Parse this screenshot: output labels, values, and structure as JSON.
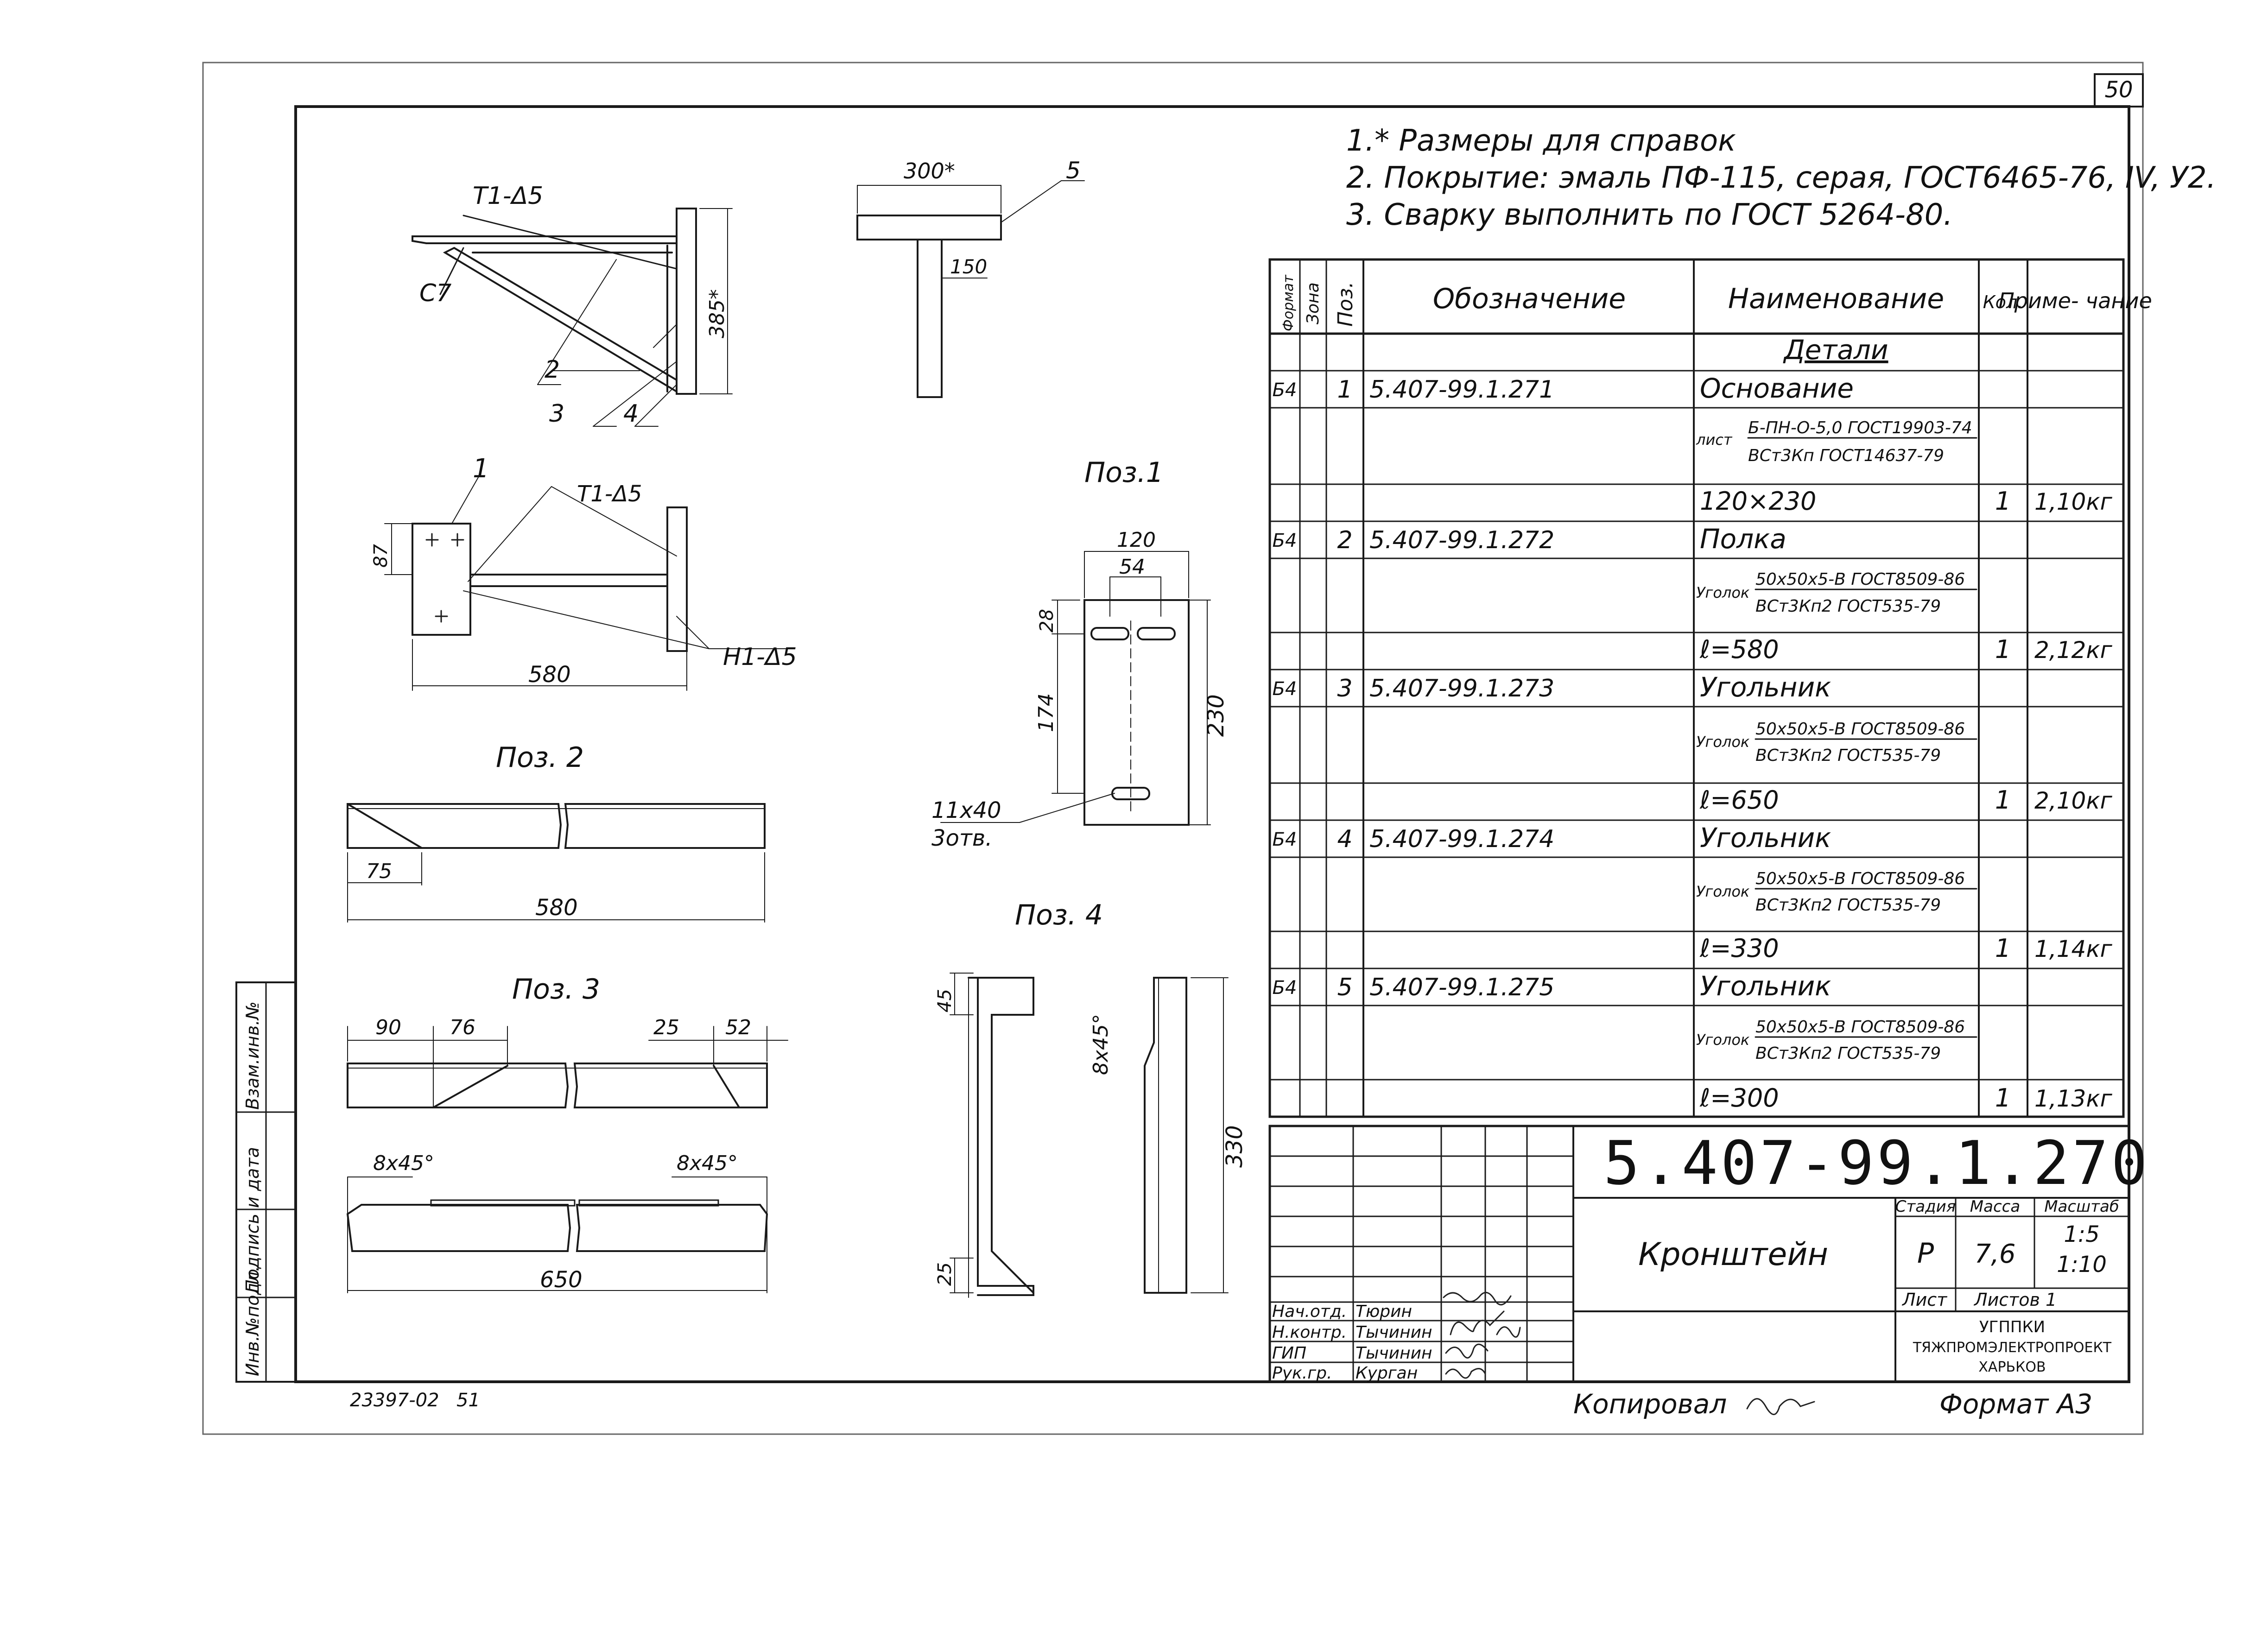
{
  "page_number": "50",
  "notes": [
    "1.* Размеры для справок",
    "2. Покрытие: эмаль ПФ-115, серая, ГОСТ6465-76, IV, У2.",
    "3. Сварку выполнить по ГОСТ 5264-80."
  ],
  "spec_table": {
    "headers": {
      "format": "Формат",
      "zone": "Зона",
      "pos": "Поз.",
      "designation": "Обозначение",
      "name": "Наименование",
      "qty": "Кол.",
      "note": "Приме- чание"
    },
    "section_title": "Детали",
    "items": [
      {
        "format": "Б4",
        "pos": "1",
        "designation": "5.407-99.1.271",
        "name": "Основание",
        "material_prefix": "лист",
        "material_top": "Б-ПН-О-5,0 ГОСТ19903-74",
        "material_bottom": "ВСт3Кп ГОСТ14637-79",
        "size": "120×230",
        "qty": "1",
        "mass": "1,10кг"
      },
      {
        "format": "Б4",
        "pos": "2",
        "designation": "5.407-99.1.272",
        "name": "Полка",
        "material_prefix": "Уголок",
        "material_top": "50x50x5-В ГОСТ8509-86",
        "material_bottom": "ВСт3Кп2 ГОСТ535-79",
        "size": "ℓ=580",
        "qty": "1",
        "mass": "2,12кг"
      },
      {
        "format": "Б4",
        "pos": "3",
        "designation": "5.407-99.1.273",
        "name": "Угольник",
        "material_prefix": "Уголок",
        "material_top": "50x50x5-В ГОСТ8509-86",
        "material_bottom": "ВСт3Кп2 ГОСТ535-79",
        "size": "ℓ=650",
        "qty": "1",
        "mass": "2,10кг"
      },
      {
        "format": "Б4",
        "pos": "4",
        "designation": "5.407-99.1.274",
        "name": "Угольник",
        "material_prefix": "Уголок",
        "material_top": "50x50x5-В ГОСТ8509-86",
        "material_bottom": "ВСт3Кп2 ГОСТ535-79",
        "size": "ℓ=330",
        "qty": "1",
        "mass": "1,14кг"
      },
      {
        "format": "Б4",
        "pos": "5",
        "designation": "5.407-99.1.275",
        "name": "Угольник",
        "material_prefix": "Уголок",
        "material_top": "50x50x5-В ГОСТ8509-86",
        "material_bottom": "ВСт3Кп2 ГОСТ535-79",
        "size": "ℓ=300",
        "qty": "1",
        "mass": "1,13кг"
      }
    ]
  },
  "title_block": {
    "doc_number": "5.407-99.1.270",
    "title": "Кронштейн",
    "stage_label": "Стадия",
    "mass_label": "Масса",
    "scale_label": "Масштаб",
    "stage": "Р",
    "mass": "7,6",
    "scale_1": "1:5",
    "scale_2": "1:10",
    "sheet_label": "Лист",
    "sheets_label": "Листов 1",
    "org_line1": "УГППКИ",
    "org_line2": "ТЯЖПРОМЭЛЕКТРОПРОЕКТ",
    "org_line3": "ХАРЬКОВ",
    "signatures": [
      {
        "role": "Нач.отд.",
        "name": "Тюрин"
      },
      {
        "role": "Н.контр.",
        "name": "Тычинин"
      },
      {
        "role": "ГИП",
        "name": "Тычинин"
      },
      {
        "role": "Рук.гр.",
        "name": "Курган"
      }
    ]
  },
  "footer": {
    "inv": "23397-02",
    "sheet": "51",
    "copied": "Копировал",
    "format": "Формат А3"
  },
  "side_stamp": [
    "Инв.№подл.",
    "Подпись и дата",
    "Взам.инв.№"
  ],
  "drawing": {
    "pos1_label": "Поз.1",
    "pos2_label": "Поз. 2",
    "pos3_label": "Поз. 3",
    "pos4_label": "Поз. 4",
    "weld_t1": "Т1-Δ5",
    "weld_t1_b": "Т1-Δ5",
    "weld_h1": "Н1-Δ5",
    "c7": "С7",
    "dim_385": "385*",
    "dim_300": "300*",
    "dim_150": "150",
    "dim_87": "87",
    "dim_580_main": "580",
    "dim_120": "120",
    "dim_54": "54",
    "dim_28": "28",
    "dim_174": "174",
    "dim_230": "230",
    "hole_note_1": "11x40",
    "hole_note_2": "3отв.",
    "dim_75": "75",
    "dim_580_pos2": "580",
    "dim_90": "90",
    "dim_76": "76",
    "dim_25": "25",
    "dim_52": "52",
    "chamfer_l": "8x45°",
    "chamfer_r": "8x45°",
    "dim_650": "650",
    "dim_45": "45",
    "dim_330": "330",
    "dim_25b": "25",
    "chamfer_pos4": "8x45°",
    "leader_1": "1",
    "leader_2": "2",
    "leader_3": "3",
    "leader_4": "4",
    "leader_5": "5"
  }
}
